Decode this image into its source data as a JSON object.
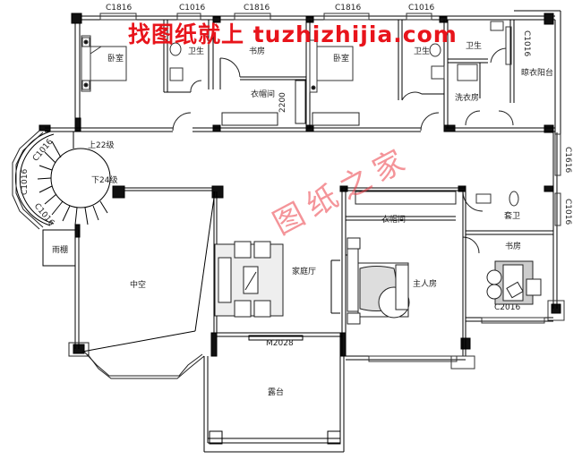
{
  "drawing": {
    "type": "architectural floor plan",
    "background": "#ffffff",
    "line_color": "#000000"
  },
  "watermarks": {
    "top_text": "找图纸就上 tuzhizhijia.com",
    "top_color": "#e8141b",
    "center_text": "图纸之家",
    "center_color": "#eb3c46"
  },
  "window_codes": {
    "top_1": "C1816",
    "top_2": "C1016",
    "top_3": "C1816",
    "top_4": "C1816",
    "top_5": "C1016",
    "right_top": "C1016",
    "right_mid": "C1616",
    "right_low": "C1016",
    "stair_1": "C1016",
    "stair_2": "C1016",
    "stair_3": "C1016",
    "study": "C2016",
    "door_terrace": "M2028"
  },
  "dimensions": {
    "closet_width": "2200"
  },
  "stairs": {
    "up": "上22级",
    "down": "下24级"
  },
  "rooms": {
    "bedroom_left": "卧室",
    "bath_left": "卫生",
    "study_top": "书房",
    "closet_top": "衣帽间",
    "bedroom_mid": "卧室",
    "bath_mid": "卫生",
    "bath_right": "卫生",
    "laundry": "洗衣房",
    "drying_balcony": "晾衣阳台",
    "canopy": "雨棚",
    "void": "中空",
    "family_hall": "家庭厅",
    "closet_master": "衣帽间",
    "master_bedroom": "主人房",
    "bath_master": "套卫",
    "study_right": "书房",
    "terrace": "露台"
  }
}
